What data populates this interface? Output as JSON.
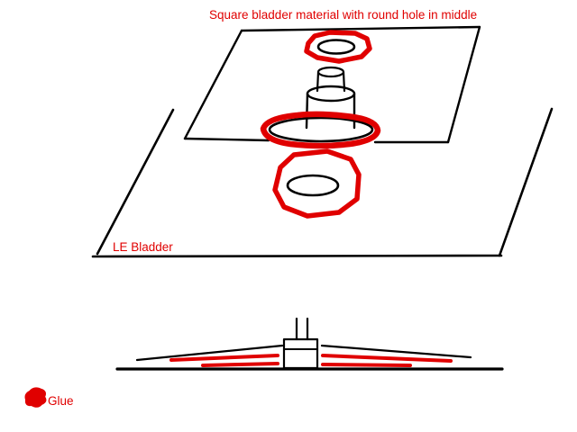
{
  "labels": {
    "caption": "Square bladder material with round hole in middle",
    "le_bladder": "LE Bladder",
    "glue": "Glue"
  },
  "colors": {
    "red": "#e00000",
    "black": "#000000",
    "background": "#ffffff"
  }
}
